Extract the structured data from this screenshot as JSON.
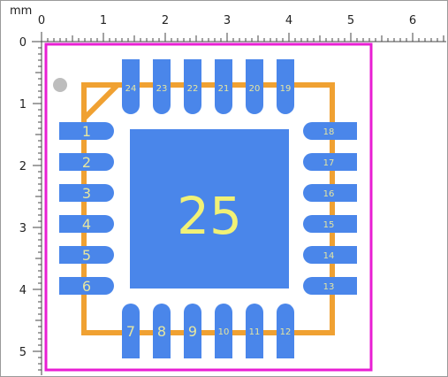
{
  "ruler": {
    "unit": "mm",
    "x_ticks": [
      "0",
      "1",
      "2",
      "3",
      "4",
      "5",
      "6"
    ],
    "y_ticks": [
      "0",
      "1",
      "2",
      "3",
      "4",
      "5"
    ]
  },
  "footprint": {
    "pins_left": [
      "1",
      "2",
      "3",
      "4",
      "5",
      "6"
    ],
    "pins_bottom": [
      "7",
      "8",
      "9",
      "10",
      "11",
      "12"
    ],
    "pins_right": [
      "13",
      "14",
      "15",
      "16",
      "17",
      "18"
    ],
    "pins_top": [
      "19",
      "20",
      "21",
      "22",
      "23",
      "24"
    ],
    "center_pad": "25"
  },
  "colors": {
    "pad": "#4a86ea",
    "silkscreen": "#f0a132",
    "courtyard": "#e81ed3",
    "pin1_marker": "#bdbdbd",
    "background": "#ffffff",
    "ruler_bg": "#ffffff"
  },
  "icons": {
    "pin1_marker": "circle-dot-icon"
  }
}
